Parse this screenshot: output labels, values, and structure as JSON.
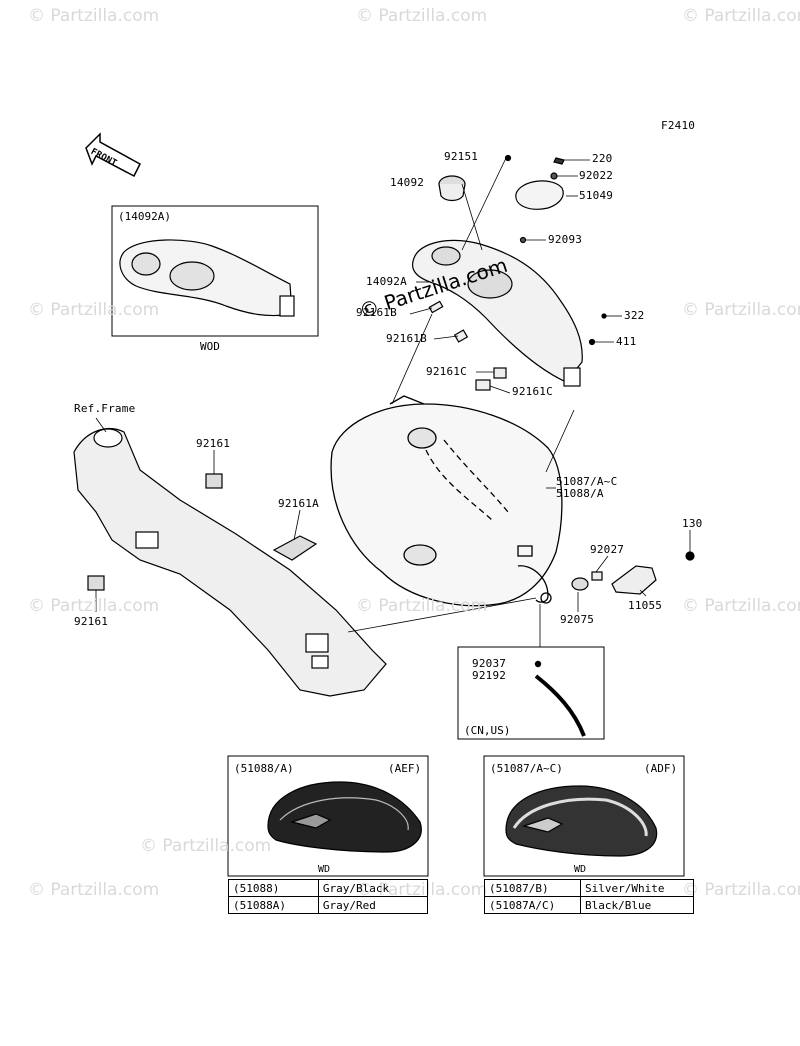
{
  "figure_code": "F2410",
  "front_badge": "FRONT",
  "watermark": "© Partzilla.com",
  "watermark_center": "© Partzilla.com",
  "boxes": {
    "wod_box": {
      "code": "(14092A)",
      "caption": "WOD"
    },
    "cn_us_box": {
      "caption": "(CN,US)"
    },
    "aef_box": {
      "code": "(51088/A)",
      "market": "(AEF)",
      "caption": "WD"
    },
    "adf_box": {
      "code": "(51087/A~C)",
      "market": "(ADF)",
      "caption": "WD"
    }
  },
  "labels": {
    "ref_frame": "Ref.Frame",
    "p92151": "92151",
    "p220": "220",
    "p92022": "92022",
    "p14092": "14092",
    "p51049": "51049",
    "p92093": "92093",
    "p14092A": "14092A",
    "p92161B_1": "92161B",
    "p92161B_2": "92161B",
    "p322": "322",
    "p411": "411",
    "p92161C_1": "92161C",
    "p92161C_2": "92161C",
    "p92161_1": "92161",
    "p92161A": "92161A",
    "p92161_2": "92161",
    "p51087": "51087/A~C",
    "p51088": "51088/A",
    "p130": "130",
    "p92027": "92027",
    "p92075": "92075",
    "p11055": "11055",
    "p92037": "92037",
    "p92192": "92192"
  },
  "color_tables": {
    "aef": [
      {
        "code": "(51088)",
        "color": "Gray/Black"
      },
      {
        "code": "(51088A)",
        "color": "Gray/Red"
      }
    ],
    "adf": [
      {
        "code": "(51087/B)",
        "color": "Silver/White"
      },
      {
        "code": "(51087A/C)",
        "color": "Black/Blue"
      }
    ]
  }
}
